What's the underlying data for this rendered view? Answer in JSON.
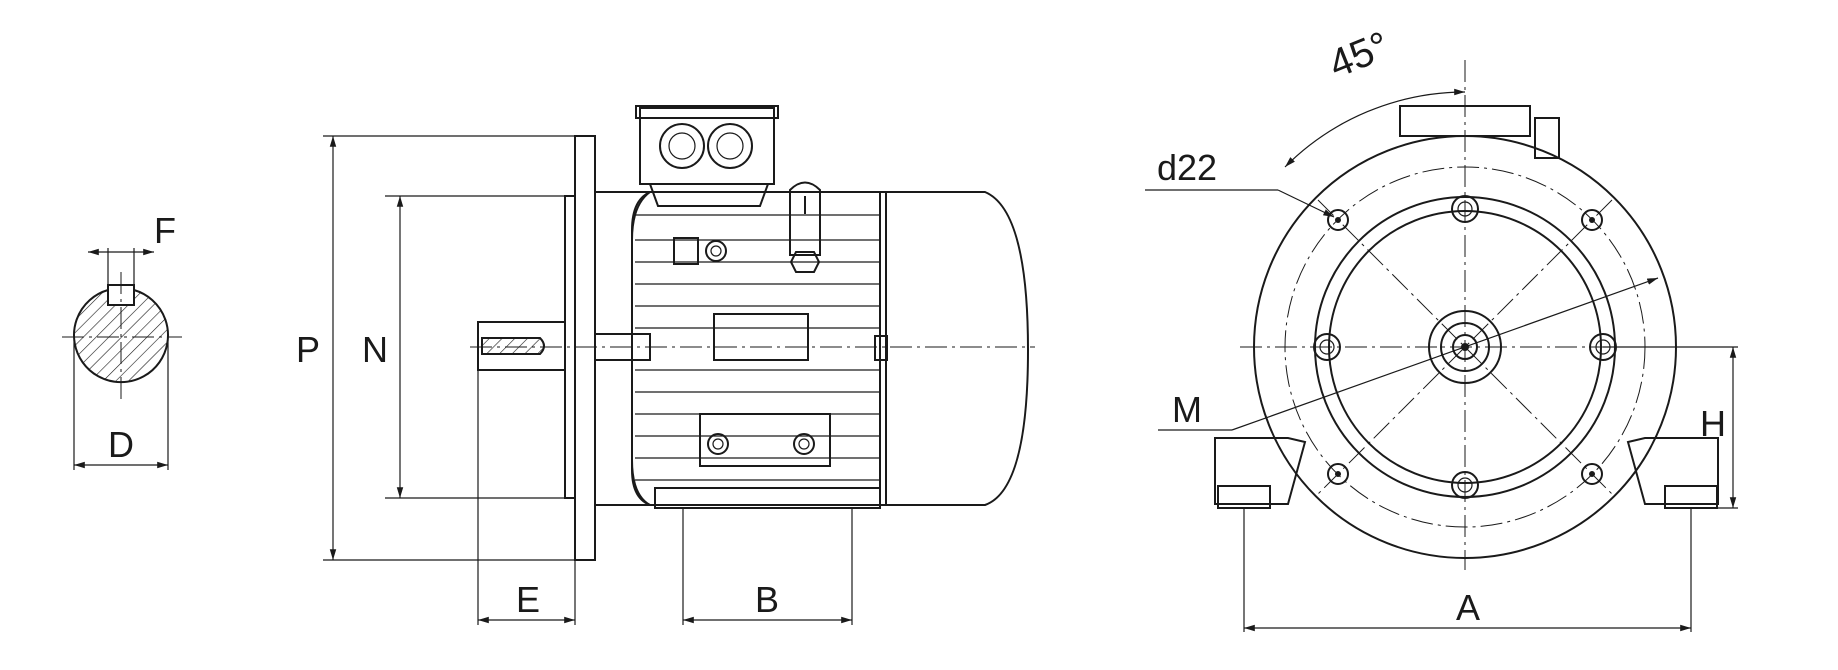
{
  "labels": {
    "F": "F",
    "D": "D",
    "P": "P",
    "N": "N",
    "E": "E",
    "B": "B",
    "d22": "d22",
    "angle": "45°",
    "M": "M",
    "H": "H",
    "A": "A"
  },
  "colors": {
    "line": "#1a1a1a",
    "background": "#ffffff"
  }
}
